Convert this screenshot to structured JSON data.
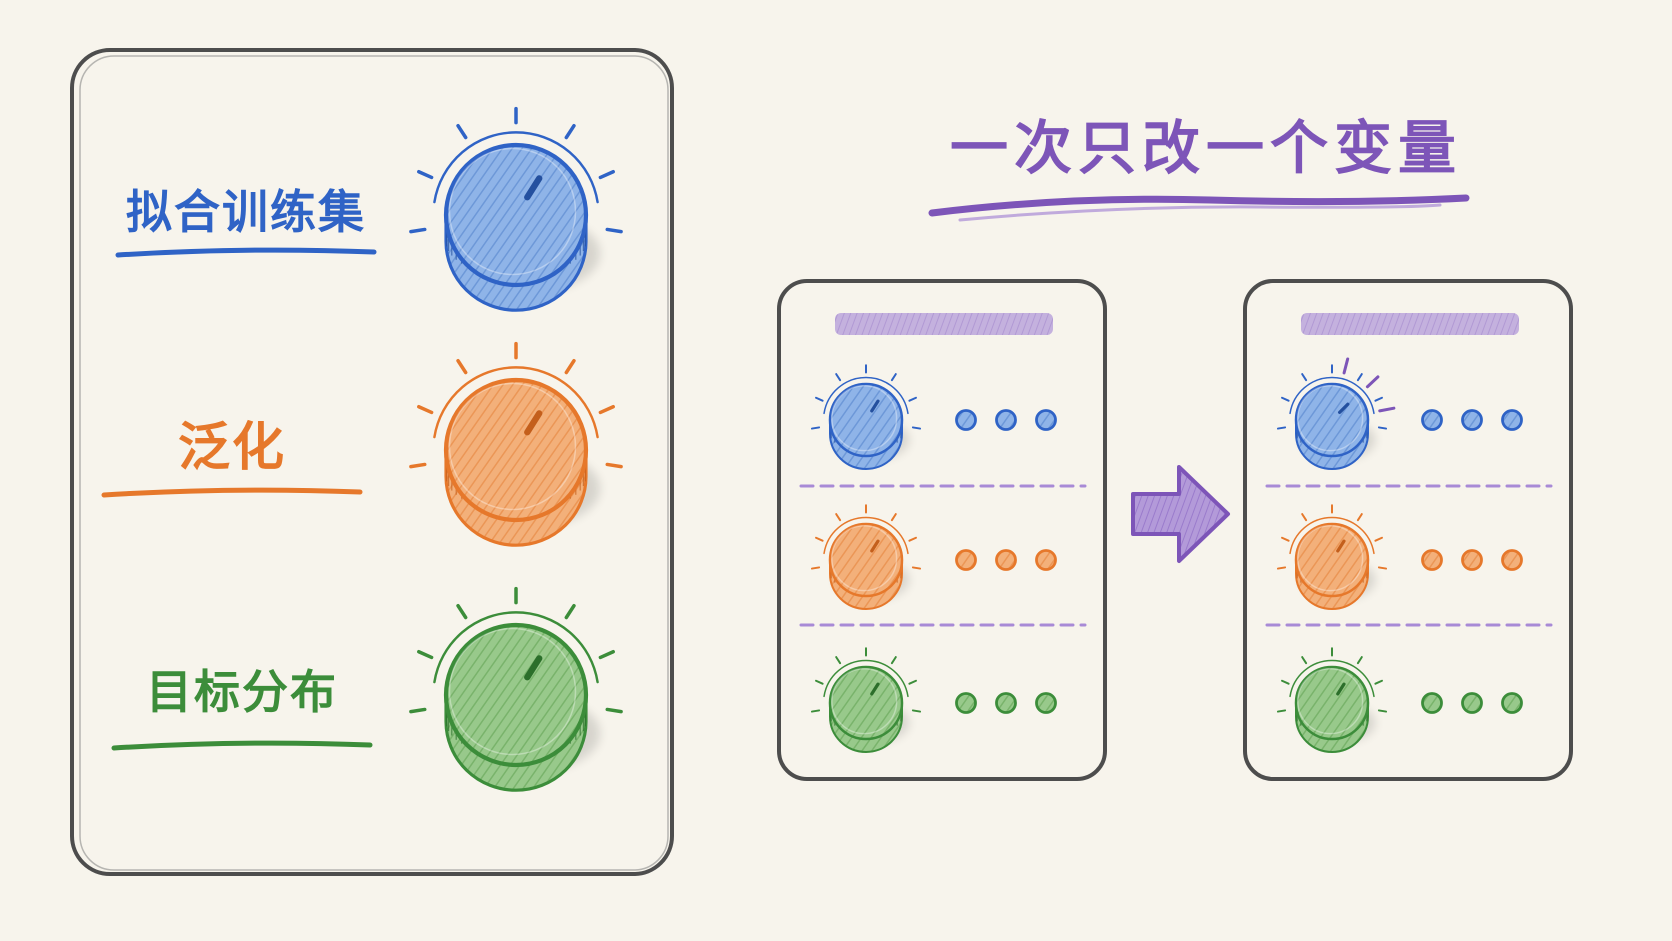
{
  "colors": {
    "background": "#f7f4ec",
    "frame": "#4d4d4d",
    "blue": "#2f63c6",
    "blue_fill": "#8fb4e8",
    "orange": "#e6782b",
    "orange_fill": "#f3b07a",
    "green": "#3c8d3a",
    "green_fill": "#98c98b",
    "purple": "#7d55b8",
    "purple_fill": "#a88ad6"
  },
  "left_panel": {
    "knobs": [
      {
        "label": "拟合训练集",
        "color_key": "blue"
      },
      {
        "label": "泛化",
        "color_key": "orange"
      },
      {
        "label": "目标分布",
        "color_key": "green"
      }
    ]
  },
  "right_side": {
    "title": "一次只改一个变量",
    "before_card": {
      "rows": [
        {
          "color_key": "blue",
          "knob_turned": false,
          "dots": 3
        },
        {
          "color_key": "orange",
          "knob_turned": false,
          "dots": 3
        },
        {
          "color_key": "green",
          "knob_turned": false,
          "dots": 3
        }
      ]
    },
    "after_card": {
      "rows": [
        {
          "color_key": "blue",
          "knob_turned": true,
          "dots": 3
        },
        {
          "color_key": "orange",
          "knob_turned": false,
          "dots": 3
        },
        {
          "color_key": "green",
          "knob_turned": false,
          "dots": 3
        }
      ]
    },
    "arrow_icon": "right-arrow-icon"
  }
}
